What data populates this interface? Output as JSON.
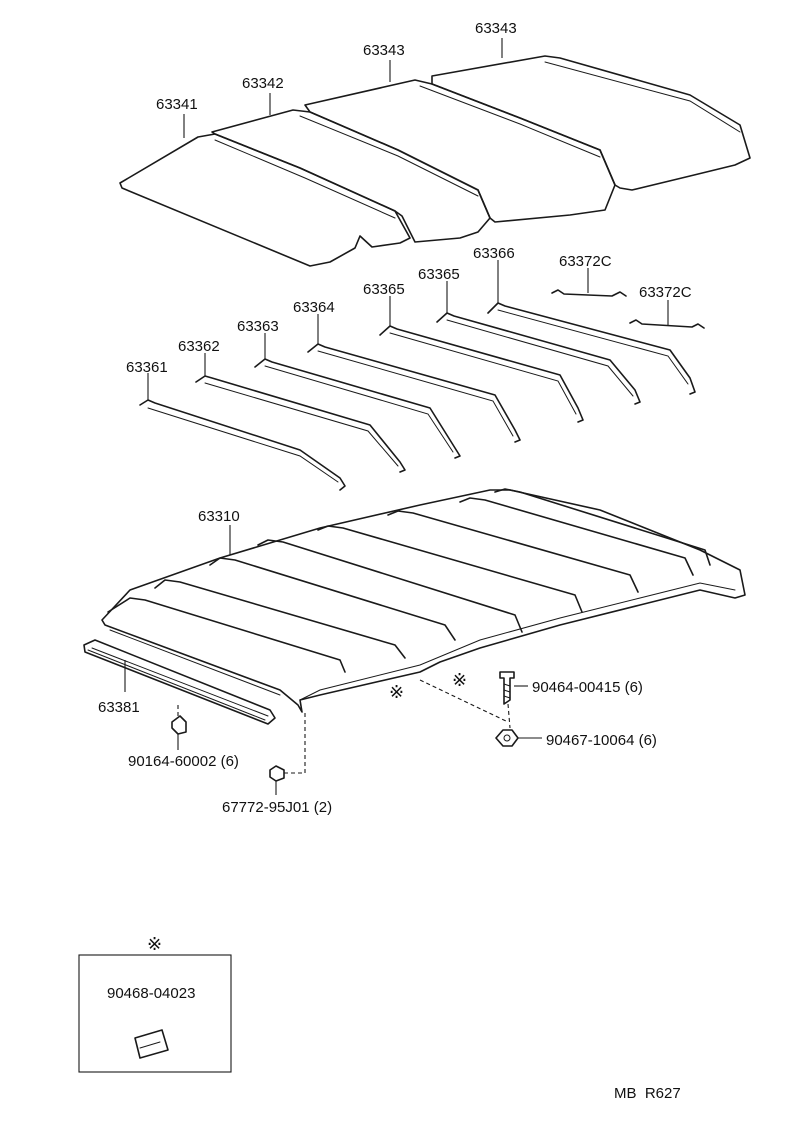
{
  "labels": {
    "p63341": "63341",
    "p63342": "63342",
    "p63343a": "63343",
    "p63343b": "63343",
    "p63361": "63361",
    "p63362": "63362",
    "p63363": "63363",
    "p63364": "63364",
    "p63365a": "63365",
    "p63365b": "63365",
    "p63366": "63366",
    "p63372a": "63372C",
    "p63372b": "63372C",
    "p63310": "63310",
    "p63381": "63381",
    "p90164": "90164-60002 (6)",
    "p67772": "67772-95J01 (2)",
    "p90464": "90464-00415 (6)",
    "p90467": "90467-10064 (6)",
    "p90468": "90468-04023"
  },
  "symbols": {
    "ref_mark": "※"
  },
  "footer": {
    "code": "MB  R627"
  }
}
